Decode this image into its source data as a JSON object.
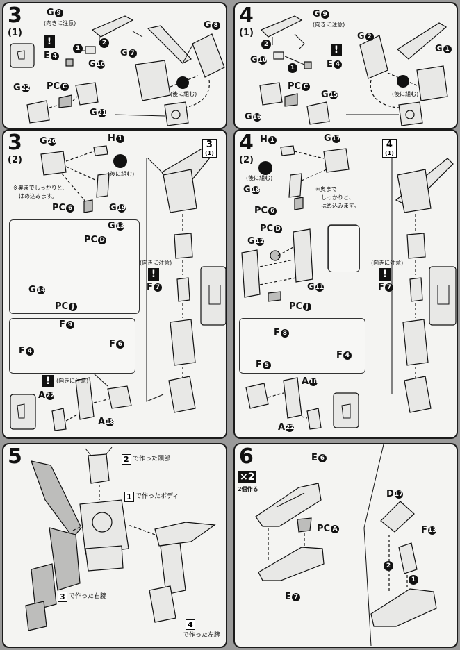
{
  "panels": {
    "p3_1": {
      "step": "3",
      "sub": "(1)"
    },
    "p4_1": {
      "step": "4",
      "sub": "(1)"
    },
    "p3_2": {
      "step": "3",
      "sub": "(2)"
    },
    "p4_2": {
      "step": "4",
      "sub": "(2)"
    },
    "p5": {
      "step": "5"
    },
    "p6": {
      "step": "6",
      "badge": "×2",
      "badge_note": "2個作る"
    }
  },
  "notes": {
    "caution": "(向きに注意)",
    "rear_combine": "(後に組む)",
    "push_in": "※奥までしっかりと、はめ込みます。",
    "push_in_a": "※奥までしっかりと、",
    "push_in_b": "はめ込みます。",
    "push_in_c": "※奥まで",
    "push_in_d": "しっかりと、",
    "made_head": "で作った頭部",
    "made_body": "で作ったボディ",
    "made_right_arm": "で作った右腕",
    "made_left_arm": "で作った左腕"
  },
  "labels": {
    "p3_1": [
      "G",
      "E",
      "G",
      "G",
      "G",
      "PC",
      "G"
    ],
    "p3_1_circ": [
      "9",
      "4",
      "10",
      "8",
      "7",
      "C",
      "21"
    ],
    "p3_1_g22": "G",
    "p3_1_g22c": "22",
    "p4_1": [
      "G",
      "E",
      "G",
      "G",
      "G",
      "PC",
      "G",
      "G"
    ],
    "p4_1_circ": [
      "9",
      "4",
      "10",
      "2",
      "1",
      "C",
      "15",
      "16"
    ],
    "p3_2": [
      "G",
      "H",
      "PC",
      "G",
      "G",
      "PC",
      "G",
      "PC",
      "F",
      "F",
      "F",
      "A",
      "A",
      "F"
    ],
    "p3_2_circ": [
      "20",
      "1",
      "6",
      "19",
      "13",
      "D",
      "14",
      "J",
      "9",
      "4",
      "6",
      "22",
      "18",
      "7"
    ],
    "p4_2": [
      "H",
      "G",
      "G",
      "PC",
      "PC",
      "G",
      "G",
      "PC",
      "F",
      "F",
      "F",
      "A",
      "A",
      "F"
    ],
    "p4_2_circ": [
      "1",
      "17",
      "18",
      "6",
      "D",
      "12",
      "11",
      "J",
      "8",
      "5",
      "4",
      "18",
      "22",
      "7"
    ],
    "p6": [
      "E",
      "PC",
      "E",
      "D",
      "F"
    ],
    "p6_circ": [
      "6",
      "A",
      "7",
      "17",
      "13"
    ]
  },
  "refs": {
    "p3_2_ref_num": "3",
    "p3_2_ref_sub": "(1)",
    "p4_2_ref_num": "4",
    "p4_2_ref_sub": "(1)",
    "p5_head": "2",
    "p5_body": "1",
    "p5_rarm": "3",
    "p5_larm": "4"
  },
  "arrow_nums": {
    "one": "1",
    "two": "2"
  },
  "warning_glyph": "!"
}
